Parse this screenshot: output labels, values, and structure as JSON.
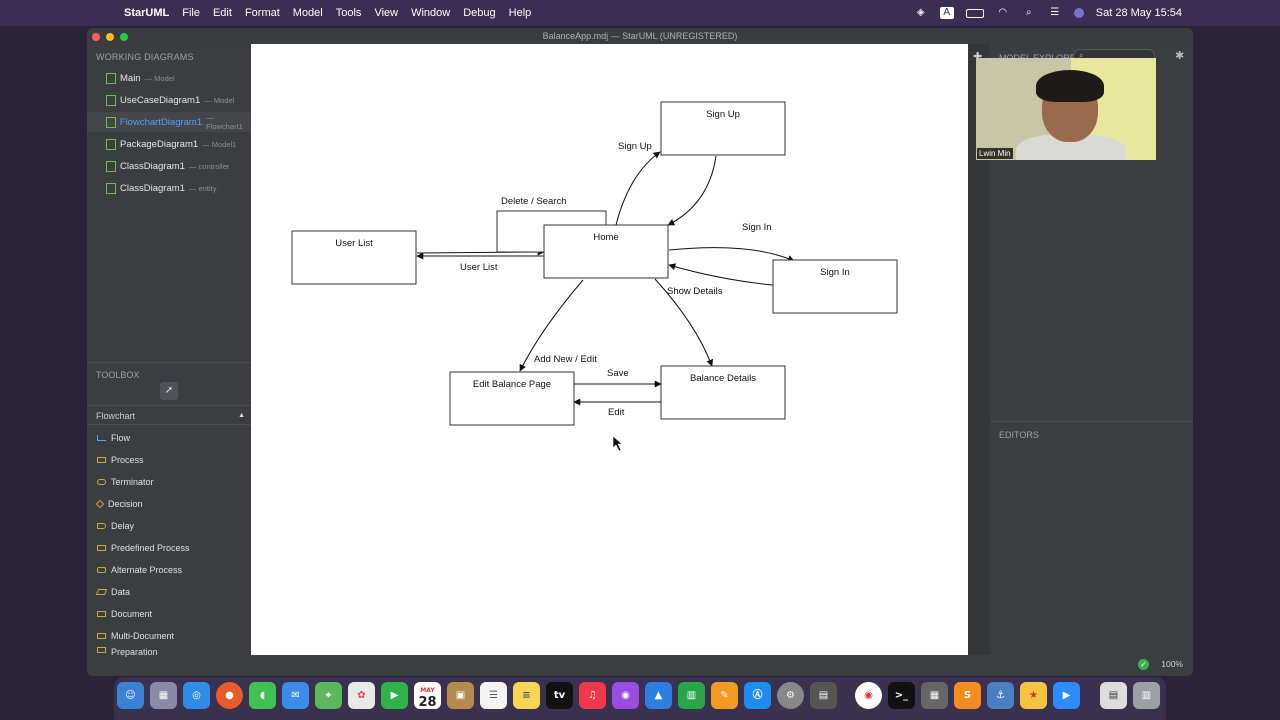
{
  "menubar": {
    "app": "StarUML",
    "items": [
      "File",
      "Edit",
      "Format",
      "Model",
      "Tools",
      "View",
      "Window",
      "Debug",
      "Help"
    ],
    "datetime": "Sat 28 May  15:54"
  },
  "window": {
    "title": "BalanceApp.mdj — StarUML (UNREGISTERED)"
  },
  "working_diagrams": {
    "title": "WORKING DIAGRAMS",
    "items": [
      {
        "name": "Main",
        "sub": "— Model"
      },
      {
        "name": "UseCaseDiagram1",
        "sub": "— Model"
      },
      {
        "name": "FlowchartDiagram1",
        "sub": "— Flowchart1"
      },
      {
        "name": "PackageDiagram1",
        "sub": "— Model1"
      },
      {
        "name": "ClassDiagram1",
        "sub": "— controller"
      },
      {
        "name": "ClassDiagram1",
        "sub": "— entity"
      }
    ]
  },
  "toolbox": {
    "title": "TOOLBOX",
    "section": "Flowchart",
    "tools": [
      "Flow",
      "Process",
      "Terminator",
      "Decision",
      "Delay",
      "Predefined Process",
      "Alternate Process",
      "Data",
      "Document",
      "Multi-Document",
      "Preparation"
    ]
  },
  "right_panel": {
    "model_explorer": "MODEL EXPLORER",
    "editors": "EDITORS"
  },
  "webcam": {
    "name": "Lwin Min"
  },
  "status": {
    "zoom": "100%"
  },
  "diagram": {
    "nodes": {
      "sign_up": "Sign Up",
      "home": "Home",
      "user_list": "User List",
      "sign_in": "Sign In",
      "edit_balance": "Edit Balance Page",
      "balance_details": "Balance Details"
    },
    "labels": {
      "sign_up": "Sign Up",
      "delete_search": "Delete / Search",
      "sign_in": "Sign In",
      "user_list": "User List",
      "show_details": "Show Details",
      "add_new_edit": "Add New / Edit",
      "save": "Save",
      "edit": "Edit"
    }
  },
  "dock": {
    "calendar_month": "MAY",
    "calendar_day": "28",
    "tv": "tv"
  }
}
